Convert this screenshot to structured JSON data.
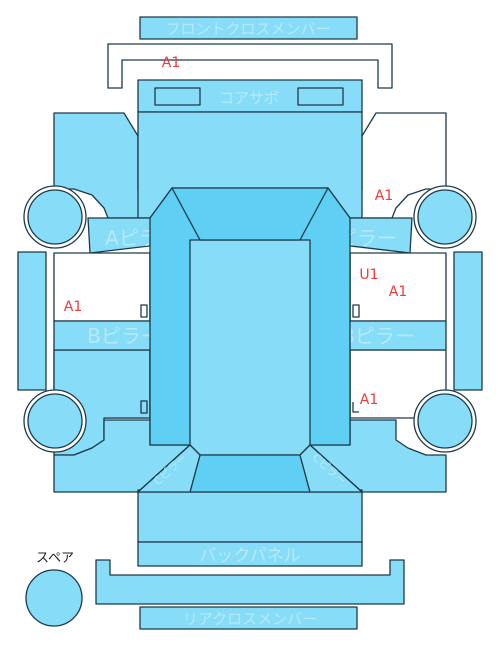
{
  "colors": {
    "panel": "#87dcf8",
    "panel_dark": "#5fcff3",
    "label": "#b5eaf9",
    "outline": "#1d3a4a",
    "damage": "#ef3b3b"
  },
  "labels": {
    "front_cross_member": "フロントクロスメンバー",
    "core_support": "コアサポ",
    "a_pillar_left": "Aピラー",
    "a_pillar_right": "Aピラー",
    "b_pillar_left": "Bピラー",
    "b_pillar_right": "Bピラー",
    "back_panel": "バックパネル",
    "rear_cross_member": "リアクロスメンバー",
    "spare": "スペア",
    "c_pillar_left": "Cピラー",
    "c_pillar_right": "Cピラー"
  },
  "damage_marks": [
    {
      "id": "front-cross-member",
      "code": "A1"
    },
    {
      "id": "right-front-inner",
      "code": "A1"
    },
    {
      "id": "right-floor-u",
      "code": "U1"
    },
    {
      "id": "right-floor-a",
      "code": "A1"
    },
    {
      "id": "left-floor",
      "code": "A1"
    },
    {
      "id": "right-rear",
      "code": "A1"
    }
  ]
}
